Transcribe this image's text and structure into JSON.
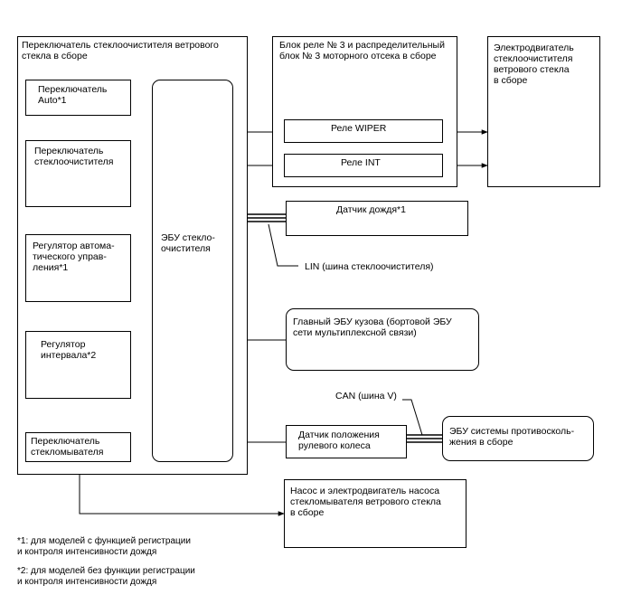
{
  "switch_assembly": {
    "title": "Переключатель стеклоочистителя ветрового\nстекла в сборе",
    "auto_switch": "Переключатель\nAuto*1",
    "wiper_switch": "Переключатель\nстеклоочистителя",
    "auto_control": "Регулятор автома-\nтического управ-\nления*1",
    "interval_control": "Регулятор\nинтервала*2",
    "washer_switch": "Переключатель\nстекломывателя",
    "ecu": "ЭБУ стекло-\nочистителя"
  },
  "relay_block": {
    "title": "Блок реле № 3 и распределительный\nблок № 3 моторного отсека в сборе",
    "wiper_relay": "Реле WIPER",
    "int_relay": "Реле INT"
  },
  "motor": "Электродвигатель\nстеклоочистителя\nветрового стекла\nв сборе",
  "rain_sensor": "Датчик дождя*1",
  "lin_label": "LIN (шина стеклоочистителя)",
  "main_body_ecu": "Главный ЭБУ кузова (бортовой ЭБУ\nсети мультиплексной связи)",
  "can_label": "CAN (шина V)",
  "steering_sensor": "Датчик положения\nрулевого колеса",
  "precollision_ecu": "ЭБУ системы противосколь-\nжения в сборе",
  "washer_pump": "Насос и электродвигатель насоса\nстекломывателя ветрового стекла\nв сборе",
  "footnotes": {
    "note1": "*1: для моделей с функцией регистрации\nи контроля интенсивности дождя",
    "note2": "*2: для моделей без функции регистрации\nи контроля интенсивности дождя"
  }
}
